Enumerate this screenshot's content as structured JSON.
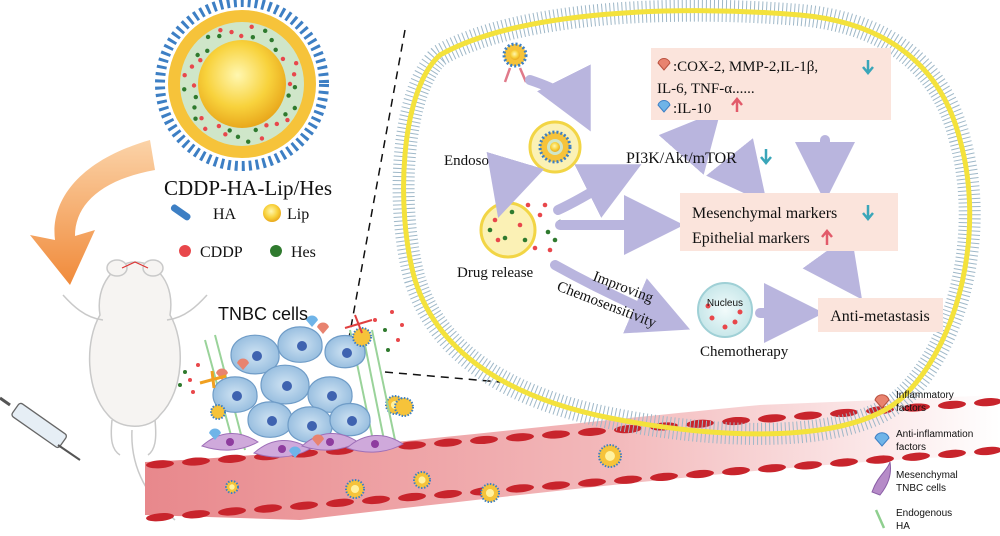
{
  "particle": {
    "title": "CDDP-HA-Lip/Hes",
    "legend": [
      {
        "label": "HA",
        "color": "#3d7fc4"
      },
      {
        "label": "Lip",
        "color": "#f7c93b"
      },
      {
        "label": "CDDP",
        "color": "#e8474b"
      },
      {
        "label": "Hes",
        "color": "#2f7a2e"
      }
    ]
  },
  "tumor": {
    "title": "TNBC cells"
  },
  "cell": {
    "endosome": "Endosome",
    "drug_release": "Drug release",
    "pathway": "PI3K/Akt/mTOR",
    "factors_line1": ":COX-2, MMP-2,IL-1β,",
    "factors_line2": "IL-6, TNF-α......",
    "factors_line3": ":IL-10",
    "markers_line1": "Mesenchymal markers",
    "markers_line2": "Epithelial markers",
    "improving_line1": "Improving",
    "improving_line2": "Chemosensitivity",
    "nucleus": "Nucleus",
    "chemotherapy": "Chemotherapy",
    "anti_metastasis": "Anti-metastasis"
  },
  "right_legend": [
    {
      "lines": [
        "Inflammatory",
        "factors"
      ],
      "icon": "inflammatory-factor-icon"
    },
    {
      "lines": [
        "Anti-inflammation",
        "factors"
      ],
      "icon": "anti-inflammation-factor-icon"
    },
    {
      "lines": [
        "Mesenchymal",
        "TNBC cells"
      ],
      "icon": "mesenchymal-cell-icon"
    },
    {
      "lines": [
        "Endogenous",
        "HA"
      ],
      "icon": "endogenous-ha-icon"
    }
  ],
  "colors": {
    "down_arrow": "#3aa6b9",
    "up_arrow": "#e25a6a",
    "membrane": "#f4e23c",
    "box_fill": "#fbe4dc",
    "flow_arrow": "#b9b5de"
  }
}
